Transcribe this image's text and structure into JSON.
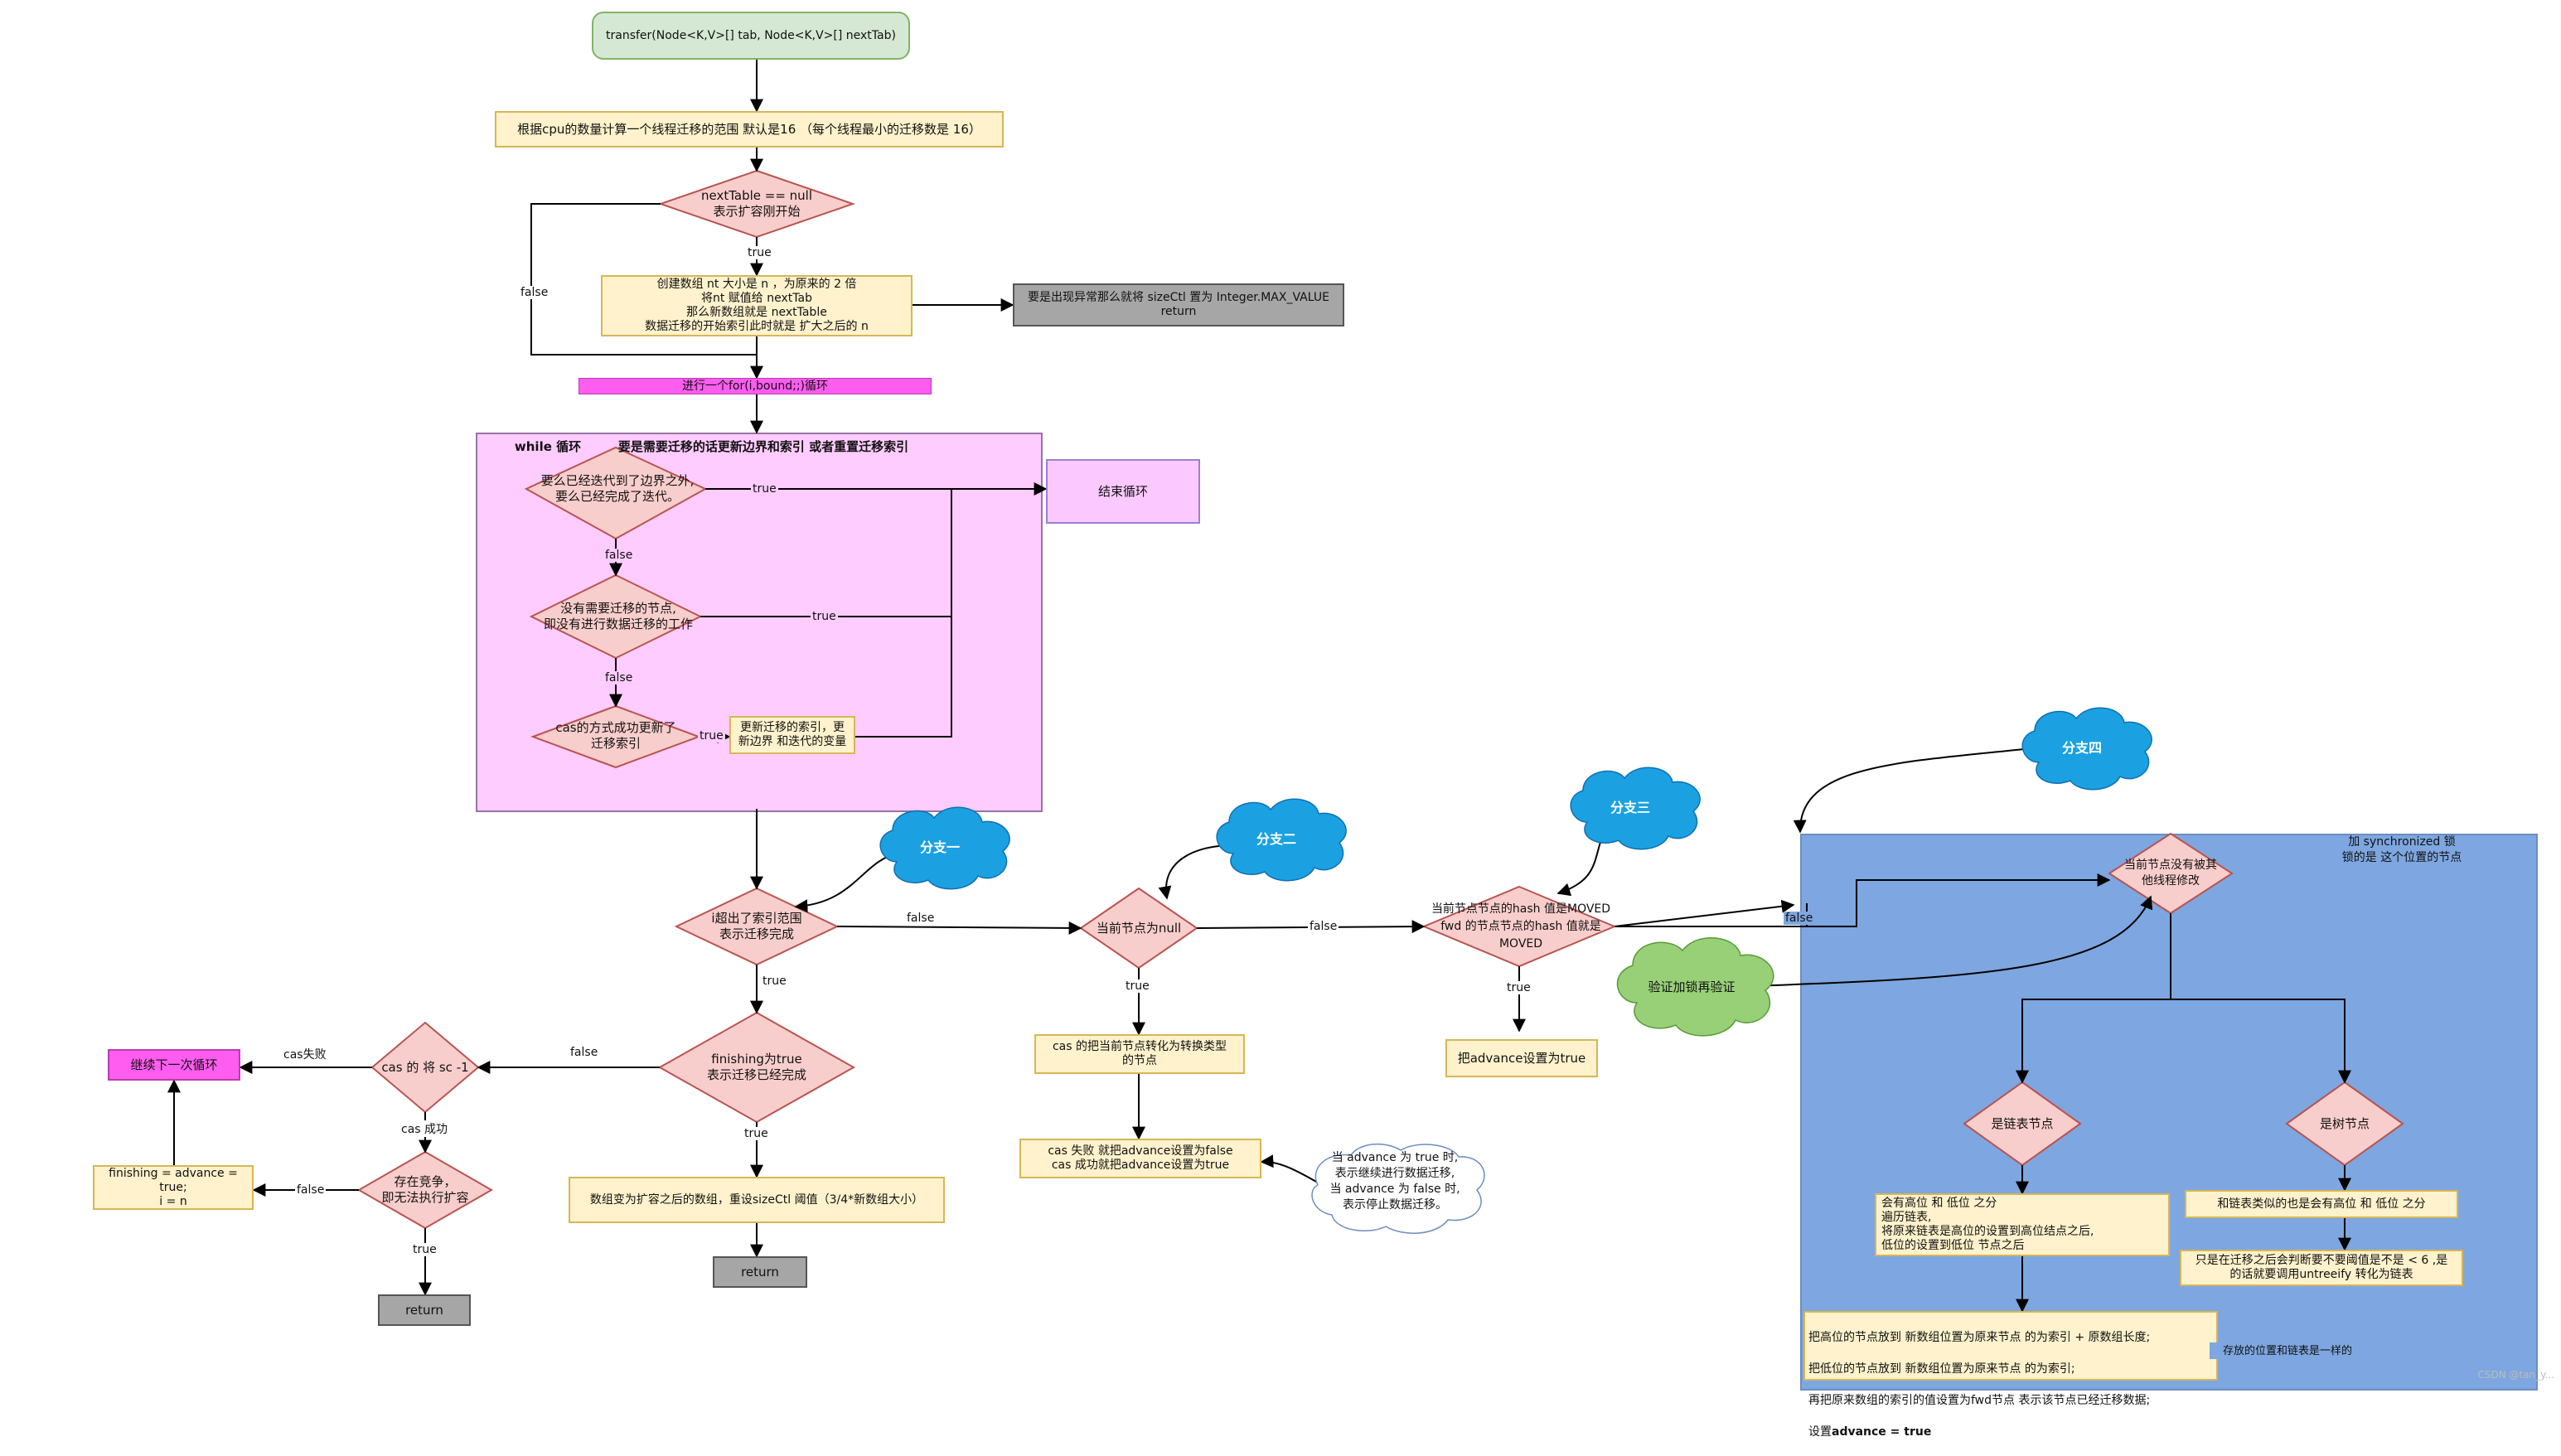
{
  "nodes": {
    "start": "transfer(Node<K,V>[] tab, Node<K,V>[] nextTab)",
    "stride": "根据cpu的数量计算一个线程迁移的范围 默认是16 （每个线程最小的迁移数是 16）",
    "next_table_null": "nextTable ==  null\n表示扩容刚开始",
    "create_array": "创建数组 nt  大小是 n ，为原来的 2 倍\n将nt 赋值给   nextTab\n那么新数组就是 nextTable\n数据迁移的开始索引此时就是 扩大之后的 n",
    "exception": "要是出现异常那么就将 sizeCtl 置为 Integer.MAX_VALUE\nreturn",
    "for_loop": "进行一个for(i,bound;;)循环",
    "while_title": "while 循环",
    "while_note": "要是需要迁移的话更新边界和索引 或者重置迁移索引",
    "iterated": "要么已经迭代到了边界之外,\n要么已经完成了迭代。",
    "end_loop": "结束循环",
    "no_task": "没有需要迁移的节点,\n即没有进行数据迁移的工作",
    "cas_index": "cas的方式成功更新了\n迁移索引",
    "update_index": "更新迁移的索引，更\n新边界 和迭代的变量",
    "out_of_range": "i超出了索引范围\n表示迁移完成",
    "finishing": "finishing为true\n表示迁移已经完成",
    "new_array": "数组变为扩容之后的数组，重设sizeCtl 阈值（3/4*新数组大小）",
    "return_center": "return",
    "cas_sc": "cas 的 将 sc -1",
    "continue_loop": "继续下一次循环",
    "set_finishing": "finishing = advance = true;\ni = n",
    "competition": "存在竞争，\n即无法执行扩容",
    "return_left": "return",
    "node_null": "当前节点为null",
    "cas_fwd": "cas  的把当前节点转化为转换类型\n的节点",
    "cas_result": "cas 失败 就把advance设置为false\ncas 成功就把advance设置为true",
    "advance_note": "当 advance 为 true 时,\n表示继续进行数据迁移,\n当 advance 为 false 时,\n表示停止数据迁移。",
    "moved": "当前节点节点的hash 值是MOVED\nfwd 的节点节点的hash 值就是\nMOVED",
    "set_advance": "把advance设置为true",
    "sync_note": "加 synchronized 锁\n锁的是 这个位置的节点",
    "not_modified": "当前节点没有被其\n他线程修改",
    "is_list": "是链表节点",
    "is_tree": "是树节点",
    "list_split": "会有高位 和 低位 之分\n遍历链表,\n将原来链表是高位的设置到高位结点之后,\n低位的设置到低位 节点之后",
    "tree_split": "和链表类似的也是会有高位 和 低位 之分",
    "untreeify": "只是在迁移之后会判断要不要阈值是不是 < 6 ,是\n的话就要调用untreeify 转化为链表",
    "final_move_1": "把高位的节点放到 新数组位置为原来节点 的为索引 + 原数组长度;",
    "final_move_2": "把低位的节点放到 新数组位置为原来节点 的为索引;",
    "final_move_3": "再把原来数组的索引的值设置为fwd节点 表示该节点已经迁移数据;",
    "final_move_4_prefix": "设置",
    "final_move_4_bold": "advance = true",
    "same_position": "存放的位置和链表是一样的"
  },
  "clouds": {
    "branch1": "分支一",
    "branch2": "分支二",
    "branch3": "分支三",
    "branch4": "分支四",
    "recheck": "验证加锁再验证"
  },
  "edge_labels": {
    "true": "true",
    "false": "false",
    "cas_fail": "cas失败",
    "cas_success": "cas 成功"
  },
  "watermark": "CSDN @tan_y...",
  "colors": {
    "yellow_fill": "#fff2cc",
    "yellow_stroke": "#d6b656",
    "diamond_fill": "#f8cecc",
    "diamond_stroke": "#b85450",
    "green_fill": "#d5e8d4",
    "magenta": "#ff5cf0",
    "region_pink": "#ffccff",
    "region_blue": "#7ea6e0",
    "cloud_blue": "#1ba1e2",
    "cloud_green": "#97d077",
    "gray": "#a6a6a6"
  }
}
